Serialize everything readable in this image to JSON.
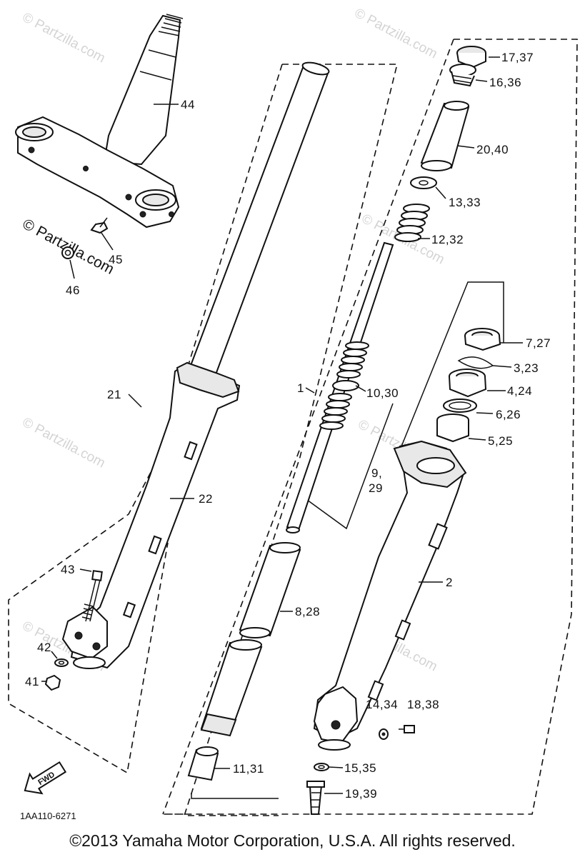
{
  "watermark": {
    "text": "© Partzilla.com",
    "brand": "Partzilla.com",
    "copy_symbol": "©"
  },
  "drawing_code": "1AA110-6271",
  "fwd_label": "FWD",
  "copyright": "©2013 Yamaha Motor Corporation, U.S.A. All rights reserved.",
  "labels": {
    "p44": "44",
    "p17_37": "17,37",
    "p16_36": "16,36",
    "p20_40": "20,40",
    "p13_33": "13,33",
    "p12_32": "12,32",
    "p7_27": "7,27",
    "p3_23": "3,23",
    "p4_24": "4,24",
    "p6_26": "6,26",
    "p5_25": "5,25",
    "p10_30": "10,30",
    "p1": "1",
    "p21": "21",
    "p22": "22",
    "p9": "9,",
    "p29": "29",
    "p2": "2",
    "p45": "45",
    "p46": "46",
    "p43": "43",
    "p42": "42",
    "p41": "41",
    "p8_28": "8,28",
    "p14_34": "14,34",
    "p18_38": "18,38",
    "p15_35": "15,35",
    "p11_31": "11,31",
    "p19_39": "19,39"
  },
  "colors": {
    "line": "#111111",
    "watermark": "#d4d4d4",
    "background": "#ffffff"
  }
}
